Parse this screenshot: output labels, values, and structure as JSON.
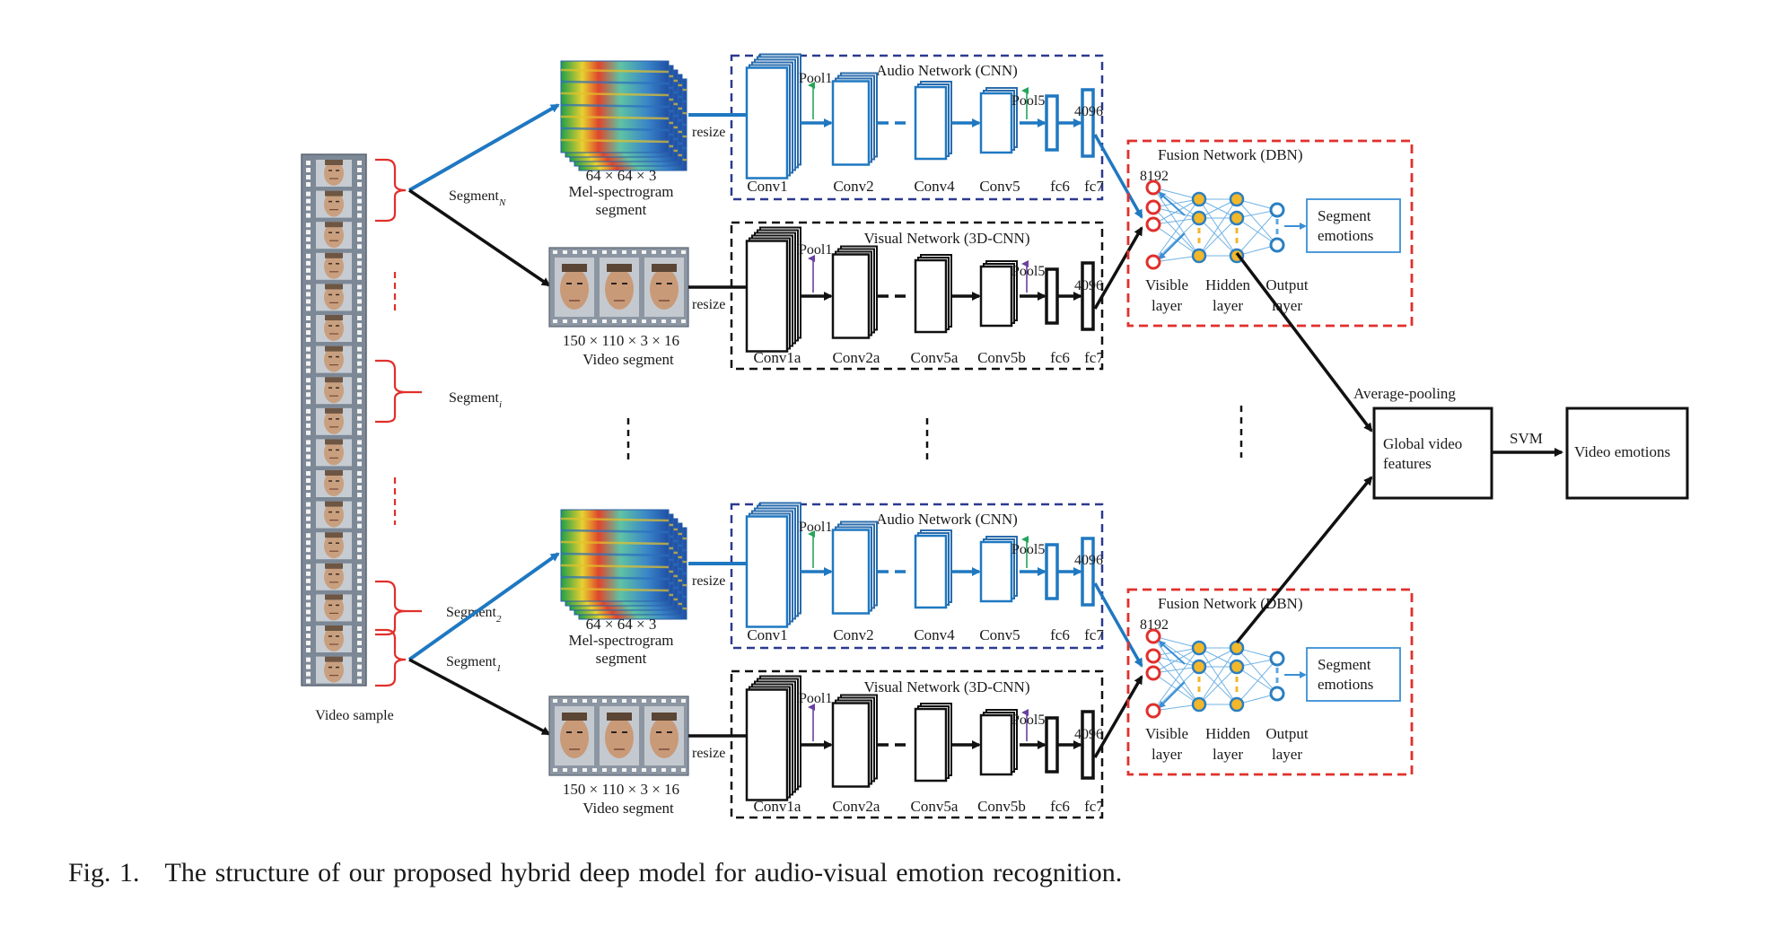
{
  "colors": {
    "audio_blue": "#1f78c1",
    "visual_black": "#111111",
    "frame_navy": "#2b3a8f",
    "fusion_red": "#e0302c",
    "visible_ring": "#e0302c",
    "hidden_node": "#f2b72a",
    "output_ring": "#2b7fc1",
    "pool_green": "#25a55a",
    "pool_purple": "#6a3fa0"
  },
  "video_sample_label": "Video sample",
  "segment_labels": {
    "n": {
      "main": "Segment",
      "sub": "N"
    },
    "i": {
      "main": "Segment",
      "sub": "i"
    },
    "two": {
      "main": "Segment",
      "sub": "2"
    },
    "one": {
      "main": "Segment",
      "sub": "1"
    }
  },
  "branches": [
    {
      "audio": {
        "title": "Audio Network (CNN)",
        "layers": [
          "Conv1",
          "Conv2",
          "Conv4",
          "Conv5",
          "fc6",
          "fc7"
        ],
        "pool1": "Pool1",
        "pool5": "Pool5",
        "fc_size": "4096",
        "resize": "resize",
        "input_dims": "64 × 64 × 3",
        "input_name": "Mel-spectrogram",
        "input_name2": "segment"
      },
      "visual": {
        "title": "Visual Network (3D-CNN)",
        "layers": [
          "Conv1a",
          "Conv2a",
          "Conv5a",
          "Conv5b",
          "fc6",
          "fc7"
        ],
        "pool1": "Pool1",
        "pool5": "Pool5",
        "fc_size": "4096",
        "resize": "resize",
        "input_dims": "150 × 110 × 3 × 16",
        "input_name": "Video segment"
      },
      "fusion": {
        "title": "Fusion Network (DBN)",
        "visible_size": "8192",
        "layer_labels": [
          "Visible",
          "layer",
          "Hidden",
          "layer",
          "Output",
          "layer"
        ],
        "output": "Segment emotions"
      }
    },
    {
      "audio": {
        "title": "Audio Network (CNN)",
        "layers": [
          "Conv1",
          "Conv2",
          "Conv4",
          "Conv5",
          "fc6",
          "fc7"
        ],
        "pool1": "Pool1",
        "pool5": "Pool5",
        "fc_size": "4096",
        "resize": "resize",
        "input_dims": "64 × 64 × 3",
        "input_name": "Mel-spectrogram",
        "input_name2": "segment"
      },
      "visual": {
        "title": "Visual Network (3D-CNN)",
        "layers": [
          "Conv1a",
          "Conv2a",
          "Conv5a",
          "Conv5b",
          "fc6",
          "fc7"
        ],
        "pool1": "Pool1",
        "pool5": "Pool5",
        "fc_size": "4096",
        "resize": "resize",
        "input_dims": "150 × 110 × 3 × 16",
        "input_name": "Video segment"
      },
      "fusion": {
        "title": "Fusion Network (DBN)",
        "visible_size": "8192",
        "layer_labels": [
          "Visible",
          "layer",
          "Hidden",
          "layer",
          "Output",
          "layer"
        ],
        "output": "Segment emotions"
      }
    }
  ],
  "pooling_label": "Average-pooling",
  "global_features": [
    "Global video",
    "features"
  ],
  "svm_label": "SVM",
  "video_emotions": "Video emotions",
  "caption": {
    "fig": "Fig. 1.",
    "text": "The structure of our proposed hybrid deep model for audio-visual emotion recognition."
  }
}
